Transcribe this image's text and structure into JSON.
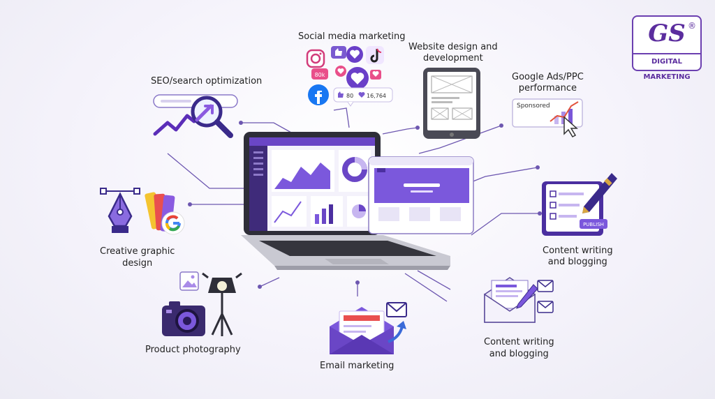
{
  "logo": {
    "mark": "GS",
    "registered": "®",
    "tagline": "DIGITAL MARKETING"
  },
  "services": {
    "social_media": "Social media marketing",
    "seo": "SEO/search optimization",
    "website_line1": "Website design and",
    "website_line2": "development",
    "google_ads_line1": "Google Ads/PPC",
    "google_ads_line2": "performance",
    "creative_line1": "Creative graphic",
    "creative_line2": "design",
    "content_right_line1": "Content writing",
    "content_right_line2": "and blogging",
    "product_photo": "Product photography",
    "email": "Email marketing",
    "content_bottom_line1": "Content writing",
    "content_bottom_line2": "and blogging"
  },
  "illustration_text": {
    "social_likes": "80",
    "social_views": "16,764",
    "social_bubble": "80k",
    "ads_badge": "Sponsored",
    "pen_badge": "PUBLISH"
  },
  "colors": {
    "accent": "#6a3fc8",
    "accent_light": "#a98be8",
    "line": "#6d57b0"
  },
  "icons": [
    "instagram-icon",
    "facebook-icon",
    "tiktok-icon",
    "heart-icon",
    "thumbs-up-icon",
    "magnifier-icon",
    "tablet-icon",
    "sponsored-chart-icon",
    "cursor-icon",
    "laptop-icon",
    "browser-window-icon",
    "pen-tool-icon",
    "color-swatch-icon",
    "google-icon",
    "checklist-notebook-icon",
    "fountain-pen-icon",
    "image-icon",
    "camera-icon",
    "studio-light-icon",
    "tripod-icon",
    "email-open-icon",
    "envelope-icon",
    "arrow-icon"
  ]
}
